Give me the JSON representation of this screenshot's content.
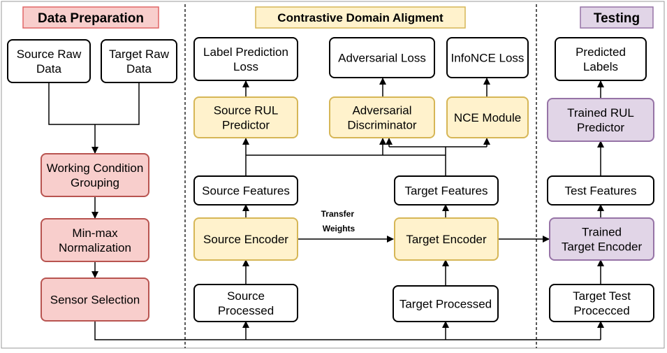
{
  "sections": {
    "preparation": "Data Preparation",
    "alignment": "Contrastive Domain Aligment",
    "testing": "Testing"
  },
  "boxes": {
    "source_raw": [
      "Source Raw",
      "Data"
    ],
    "target_raw": [
      "Target Raw",
      "Data"
    ],
    "working_condition": [
      "Working Condition",
      "Grouping"
    ],
    "minmax": [
      "Min-max",
      "Normalization"
    ],
    "sensor_selection": [
      "Sensor Selection"
    ],
    "label_loss": [
      "Label Prediction",
      "Loss"
    ],
    "adv_loss": [
      "Adversarial Loss"
    ],
    "infonce_loss": [
      "InfoNCE Loss"
    ],
    "source_rul": [
      "Source RUL",
      "Predictor"
    ],
    "adv_disc": [
      "Adversarial",
      "Discriminator"
    ],
    "nce_module": [
      "NCE Module"
    ],
    "source_features": [
      "Source Features"
    ],
    "target_features": [
      "Target Features"
    ],
    "source_encoder": [
      "Source Encoder"
    ],
    "target_encoder": [
      "Target Encoder"
    ],
    "source_processed": [
      "Source",
      "Processed"
    ],
    "target_processed": [
      "Target Processed"
    ],
    "predicted_labels": [
      "Predicted",
      "Labels"
    ],
    "trained_rul": [
      "Trained RUL",
      "Predictor"
    ],
    "test_features": [
      "Test Features"
    ],
    "trained_encoder": [
      "Trained",
      "Target Encoder"
    ],
    "target_test": [
      "Target Test",
      "Procecced"
    ]
  },
  "edge_labels": {
    "transfer": [
      "Transfer",
      "Weights"
    ]
  },
  "colors": {
    "red_fill": "#f8cecc",
    "red_stroke": "#b85450",
    "yellow_fill": "#fff2cc",
    "yellow_stroke": "#d6b656",
    "purple_fill": "#e1d5e7",
    "purple_stroke": "#9673a6",
    "white_fill": "#ffffff",
    "black_stroke": "#000000",
    "header_red_fill": "#f8cecc",
    "header_red_stroke": "#e06666",
    "header_yellow_fill": "#fff2cc",
    "header_yellow_stroke": "#d6b656",
    "header_purple_fill": "#e1d5e7",
    "header_purple_stroke": "#9673a6"
  }
}
